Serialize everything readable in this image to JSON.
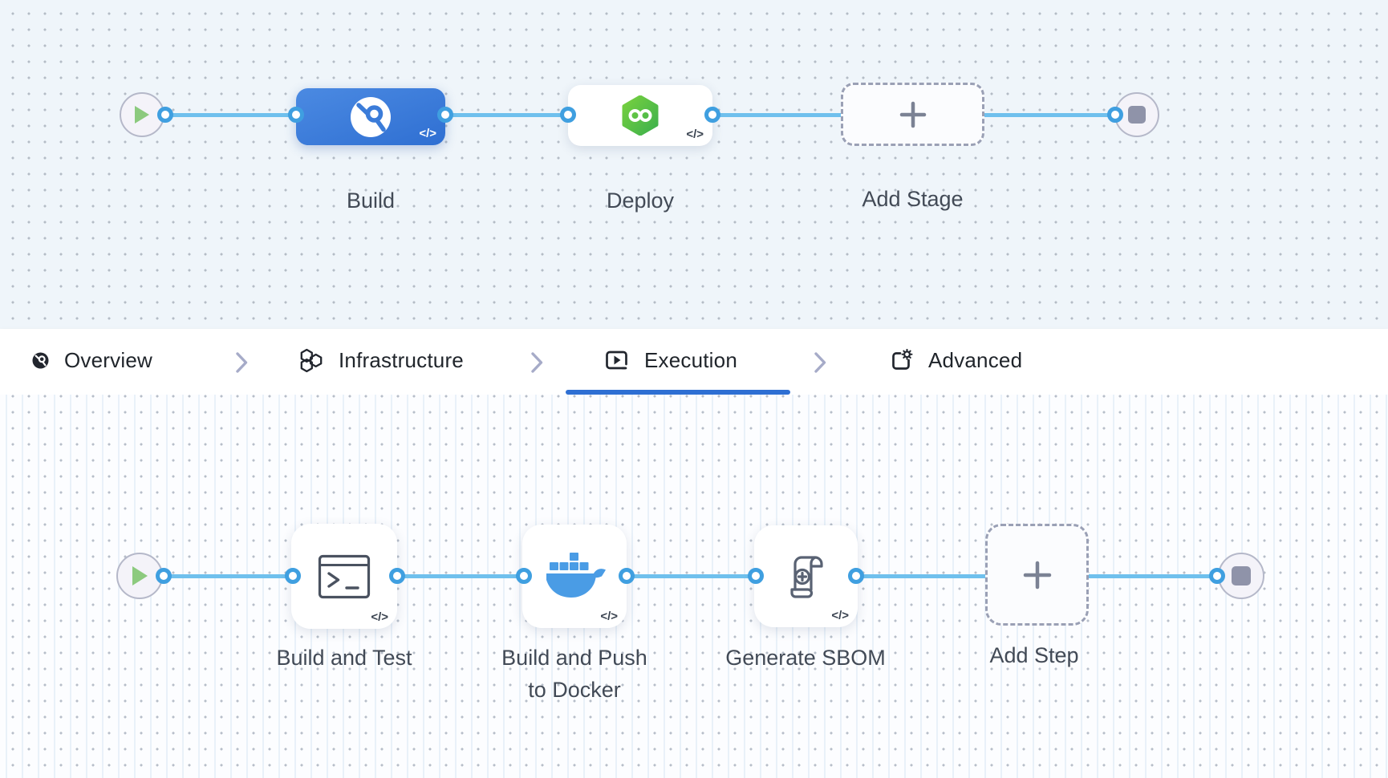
{
  "app": {
    "view": "pipeline-studio-canvas"
  },
  "stage_canvas": {
    "description": "pipeline stage flow",
    "start_node": {
      "icon": "play-icon"
    },
    "nodes": [
      {
        "label": "Build",
        "icon": "harness-ci-icon",
        "code_badge": "</>",
        "selected": true
      },
      {
        "label": "Deploy",
        "icon": "harness-cd-icon",
        "code_badge": "</>",
        "selected": false
      },
      {
        "label": "Add Stage",
        "icon": "plus-icon",
        "code_badge": "",
        "selected": false
      }
    ],
    "end_node": {
      "icon": "stop-icon"
    }
  },
  "tab_bar": {
    "active_tab": "Execution",
    "tabs": [
      {
        "label": "Overview",
        "icon": "overview-icon"
      },
      {
        "label": "Infrastructure",
        "icon": "infrastructure-icon"
      },
      {
        "label": "Execution",
        "icon": "execution-icon"
      },
      {
        "label": "Advanced",
        "icon": "advanced-icon"
      }
    ]
  },
  "execution_canvas": {
    "description": "execution step flow",
    "start_node": {
      "icon": "play-icon"
    },
    "steps": [
      {
        "label": "Build and Test",
        "label_lines": [
          "Build and Test"
        ],
        "icon": "terminal-icon",
        "code_badge": "</>"
      },
      {
        "label": "Build and Push to Docker",
        "label_lines": [
          "Build and Push",
          "to Docker"
        ],
        "icon": "docker-icon",
        "code_badge": "</>"
      },
      {
        "label": "Generate SBOM",
        "label_lines": [
          "Generate SBOM"
        ],
        "icon": "sbom-scroll-icon",
        "code_badge": "</>"
      },
      {
        "label": "Add Step",
        "label_lines": [
          "Add Step"
        ],
        "icon": "plus-icon",
        "code_badge": ""
      }
    ],
    "end_node": {
      "icon": "stop-icon"
    }
  },
  "colors": {
    "edge_blue": "#6fc0ed",
    "port_ring_blue": "#3f9fe0",
    "stage_node_blue": "#3b7cd9",
    "active_tab_underline": "#2e6fd3",
    "cd_green": "#5ec43e",
    "docker_blue": "#4a9ce5",
    "play_green": "#8cca7e",
    "stop_square_gray": "#8f93a9",
    "label_dark": "#424a56",
    "dashed_border": "#9aa0b5"
  }
}
